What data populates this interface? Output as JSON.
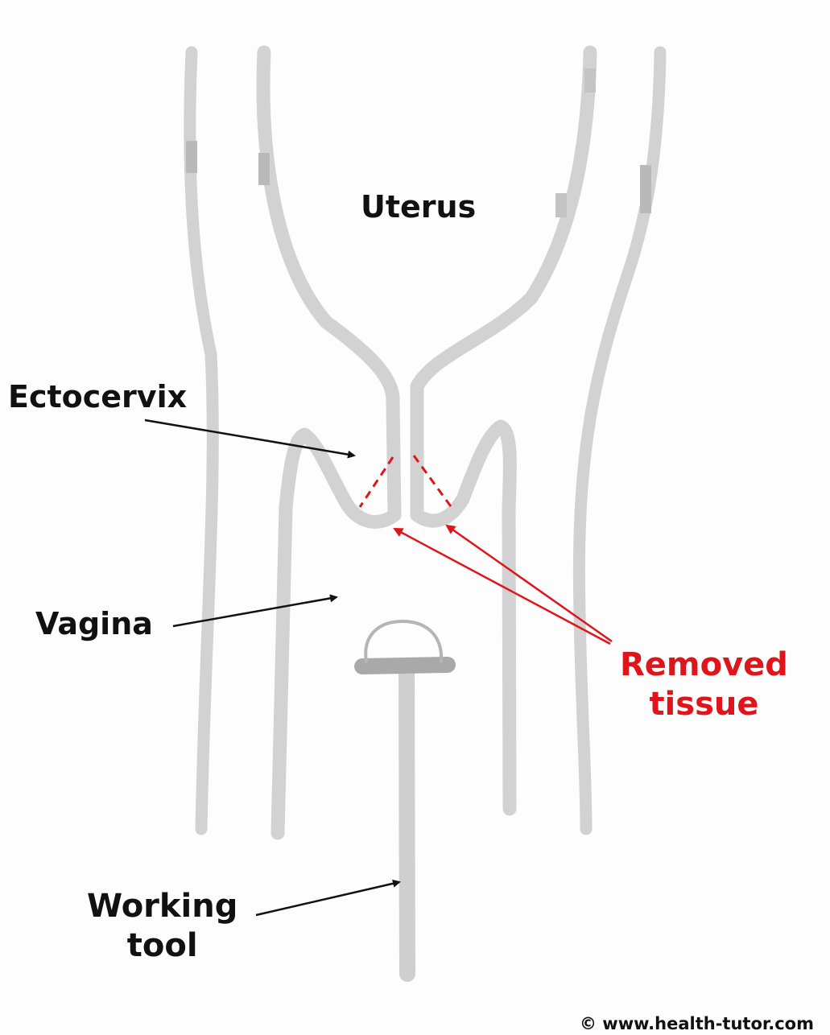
{
  "labels": {
    "uterus": "Uterus",
    "ectocervix": "Ectocervix",
    "vagina": "Vagina",
    "removed_tissue_line1": "Removed",
    "removed_tissue_line2": "tissue",
    "working_tool_line1": "Working",
    "working_tool_line2": "tool"
  },
  "copyright": "© www.health-tutor.com",
  "colors": {
    "background": "#fdfdfd",
    "tissue_gray": "#d2d2d2",
    "tissue_dark": "#b9b9b9",
    "label_black": "#111111",
    "highlight_red": "#e0141b"
  }
}
